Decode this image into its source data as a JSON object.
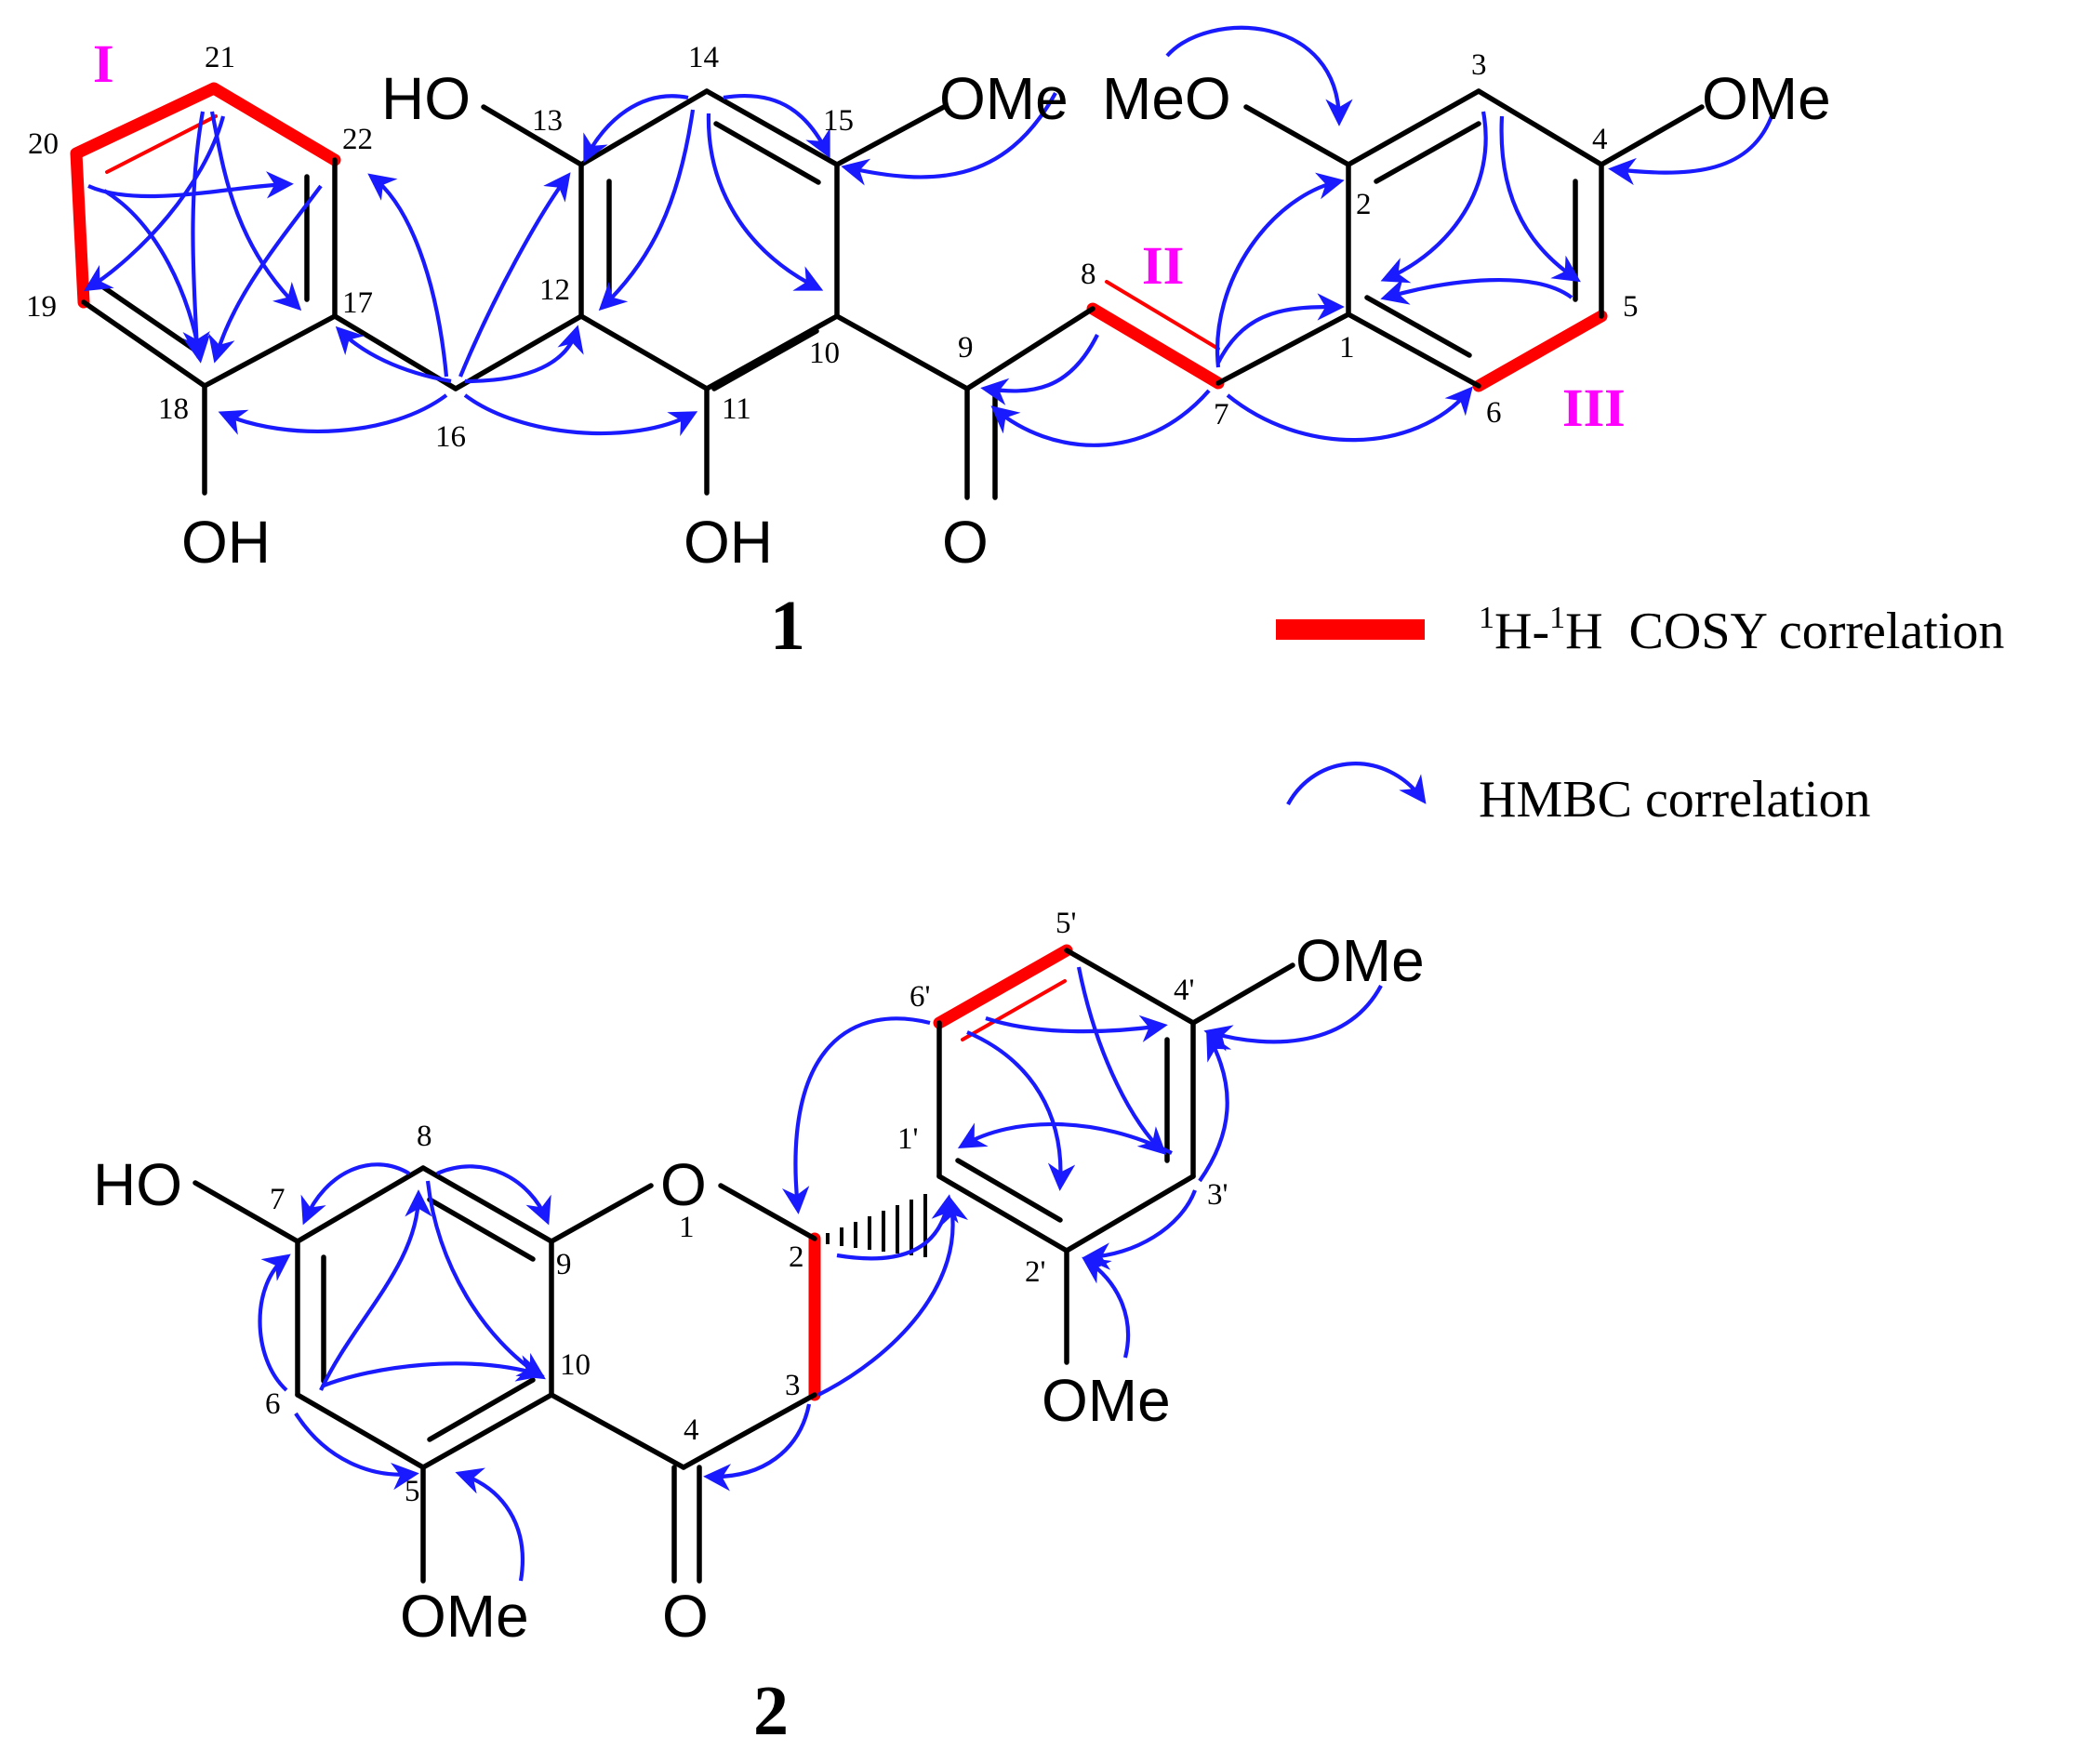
{
  "compounds": [
    {
      "id": "1",
      "fragments": [
        "I",
        "II",
        "III"
      ],
      "groups": [
        "HO",
        "OMe",
        "MeO",
        "OMe",
        "OH",
        "OH",
        "O"
      ],
      "atoms": [
        "1",
        "2",
        "3",
        "4",
        "5",
        "6",
        "7",
        "8",
        "9",
        "10",
        "11",
        "12",
        "13",
        "14",
        "15",
        "16",
        "17",
        "18",
        "19",
        "20",
        "21",
        "22"
      ]
    },
    {
      "id": "2",
      "groups": [
        "HO",
        "O",
        "OMe",
        "O",
        "OMe",
        "OMe"
      ],
      "atoms": [
        "1",
        "2",
        "3",
        "4",
        "5",
        "6",
        "7",
        "8",
        "9",
        "10",
        "1'",
        "2'",
        "3'",
        "4'",
        "5'",
        "6'"
      ]
    }
  ],
  "legend": {
    "cosy_sup1": "1",
    "cosy_h1": "H-",
    "cosy_sup2": "1",
    "cosy_h2": "H  COSY correlation",
    "hmbc": "HMBC correlation"
  },
  "colors": {
    "bond": "#000000",
    "cosy": "#ff0000",
    "hmbc": "#1a1aff",
    "fragment_label": "#ff00ff"
  }
}
